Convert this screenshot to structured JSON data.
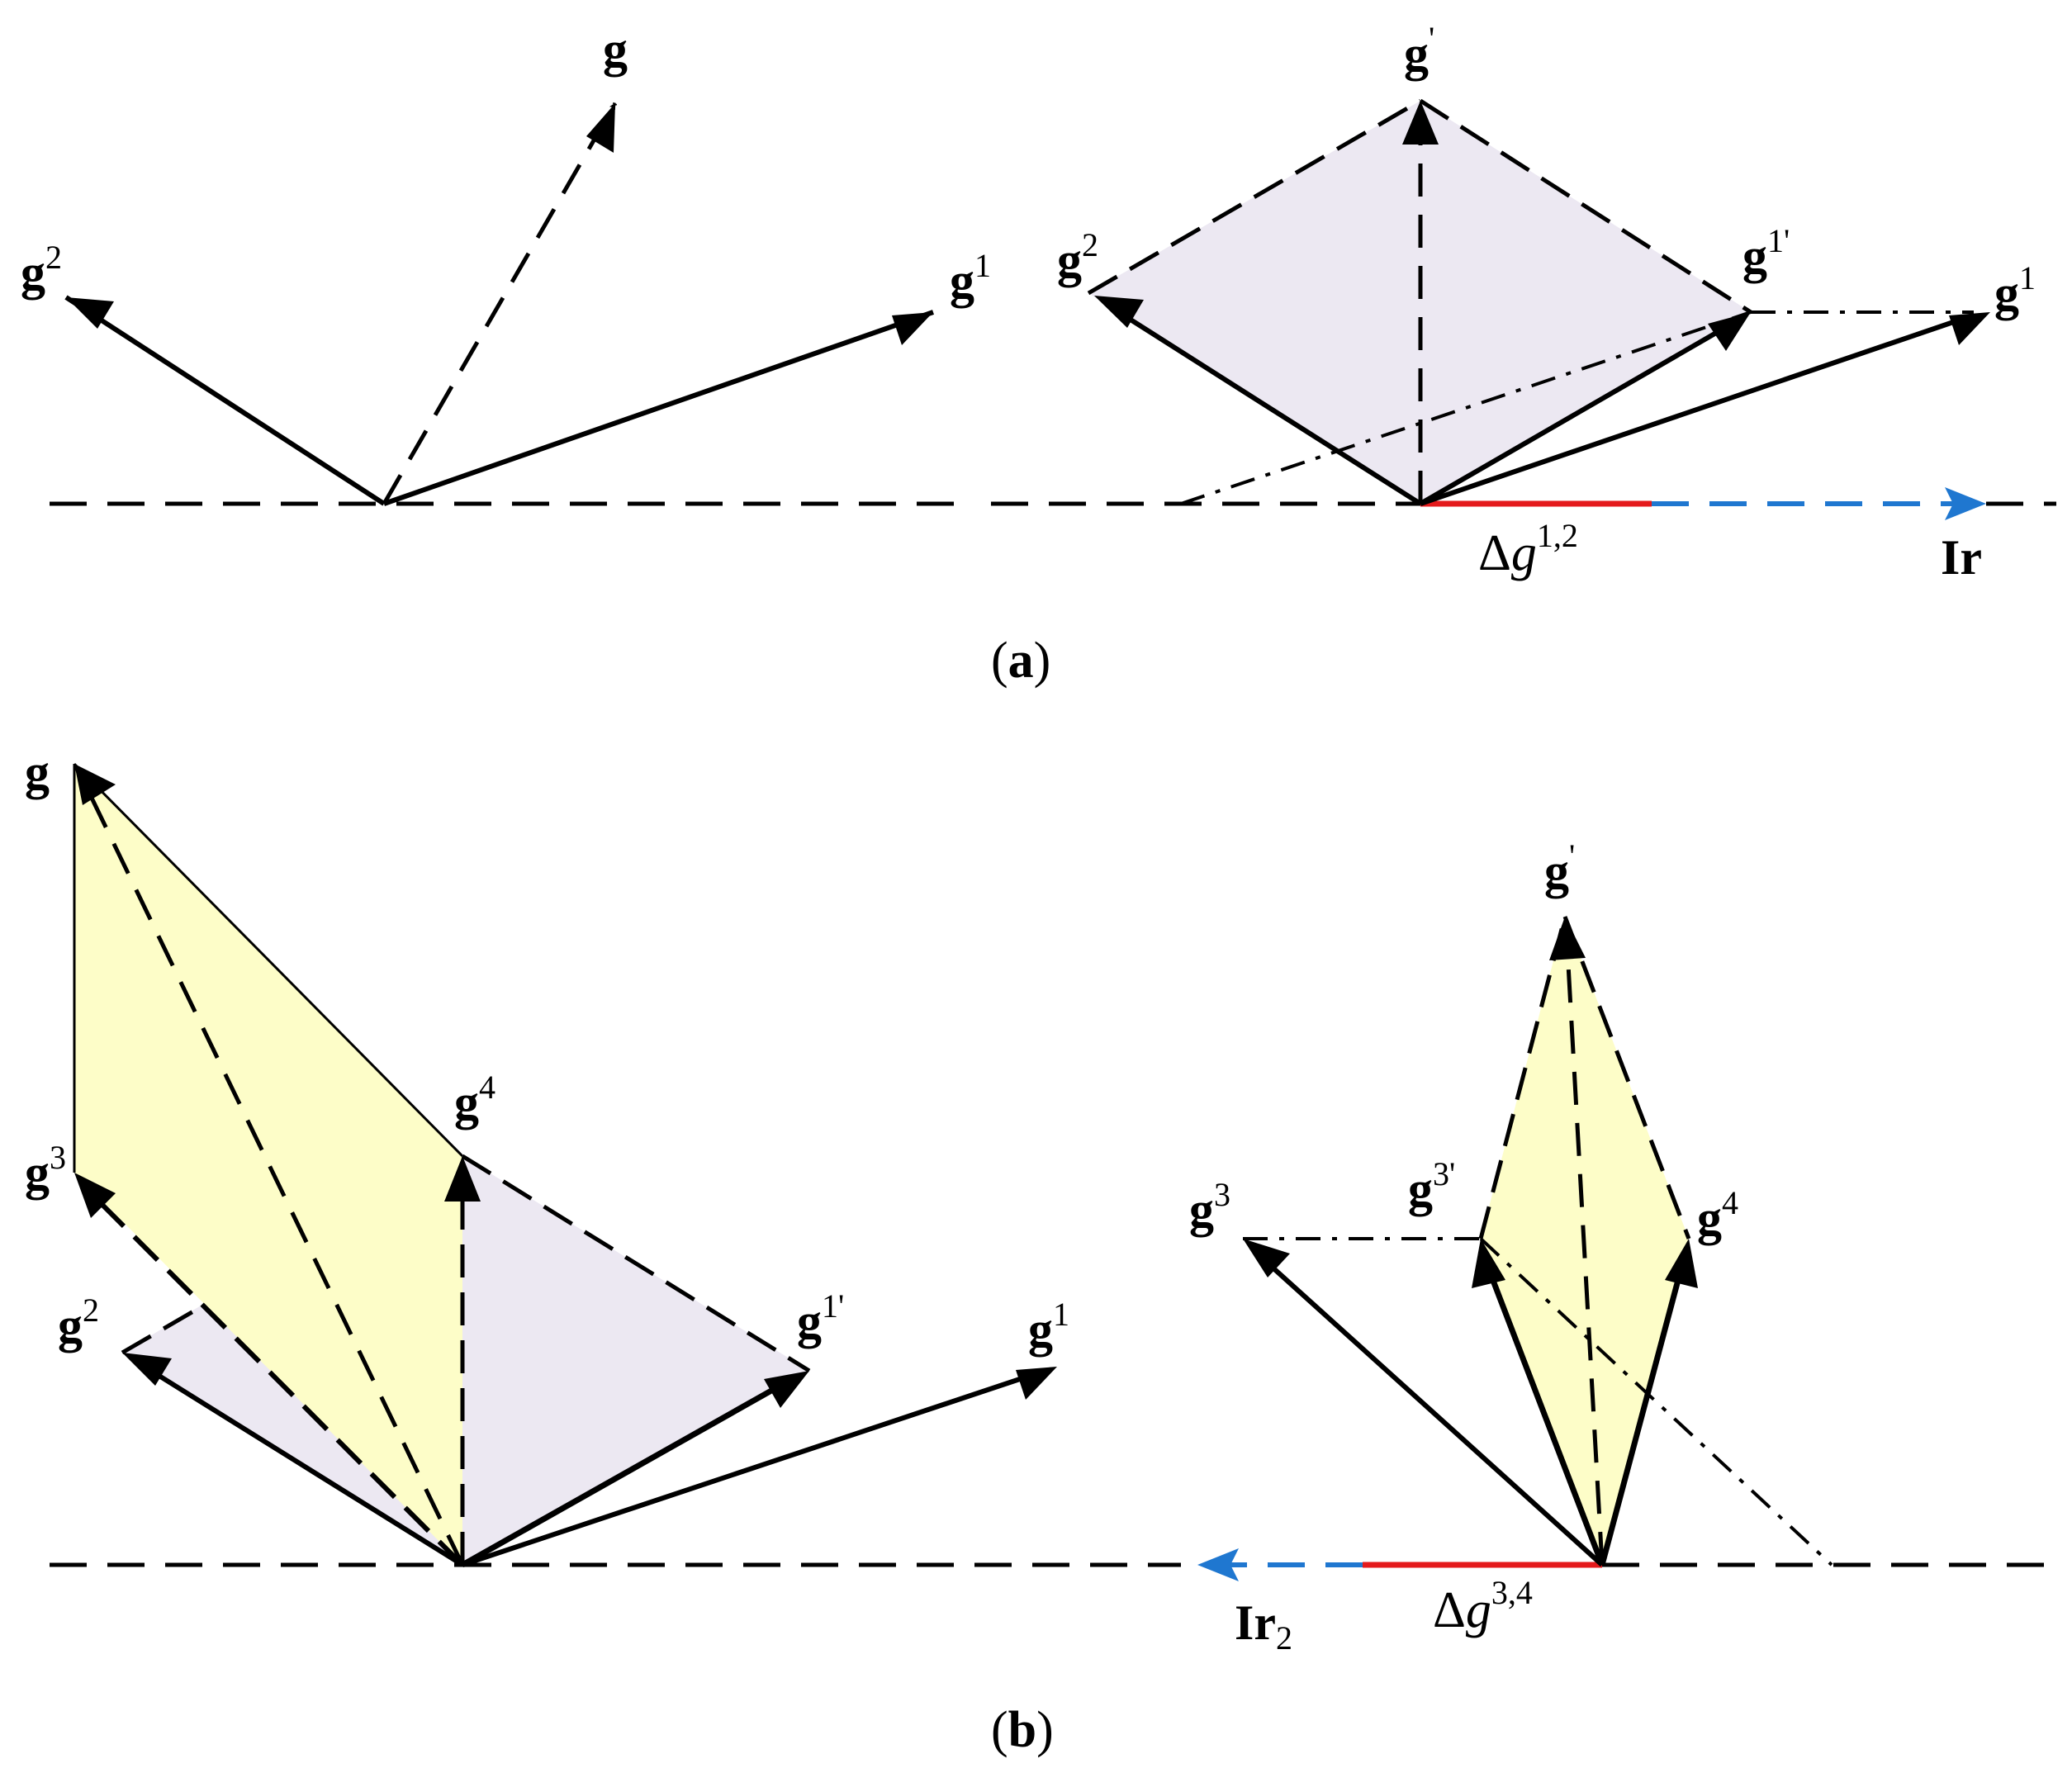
{
  "colors": {
    "stroke": "#000000",
    "lavender_fill": "#ece8f2",
    "yellow_fill": "#fdfdc8",
    "red_segment": "#e41a1c",
    "blue_arrow": "#1f77d0"
  },
  "panel_a": {
    "caption_open": "(",
    "caption_letter": "a",
    "caption_close": ")",
    "left": {
      "g": "g",
      "g2": "g",
      "g2_sup": "2",
      "g1": "g",
      "g1_sup": "1"
    },
    "right": {
      "gprime": "g",
      "gprime_sup": "'",
      "g2": "g",
      "g2_sup": "2",
      "g1p": "g",
      "g1p_sup": "1'",
      "g1": "g",
      "g1_sup": "1",
      "delta": "Δ",
      "delta_g": "g",
      "delta_sup": "1,2",
      "ir": "Ir"
    }
  },
  "panel_b": {
    "caption_open": "(",
    "caption_letter": "b",
    "caption_close": ")",
    "left": {
      "g": "g",
      "g3": "g",
      "g3_sup": "3",
      "g4": "g",
      "g4_sup": "4",
      "g2": "g",
      "g2_sup": "2",
      "g1p": "g",
      "g1p_sup": "1'",
      "g1": "g",
      "g1_sup": "1"
    },
    "right": {
      "gprime": "g",
      "gprime_sup": "'",
      "g3": "g",
      "g3_sup": "3",
      "g3p": "g",
      "g3p_sup": "3'",
      "g4": "g",
      "g4_sup": "4",
      "ir2": "Ir",
      "ir2_sub": "2",
      "delta": "Δ",
      "delta_g": "g",
      "delta_sup": "3,4"
    }
  }
}
